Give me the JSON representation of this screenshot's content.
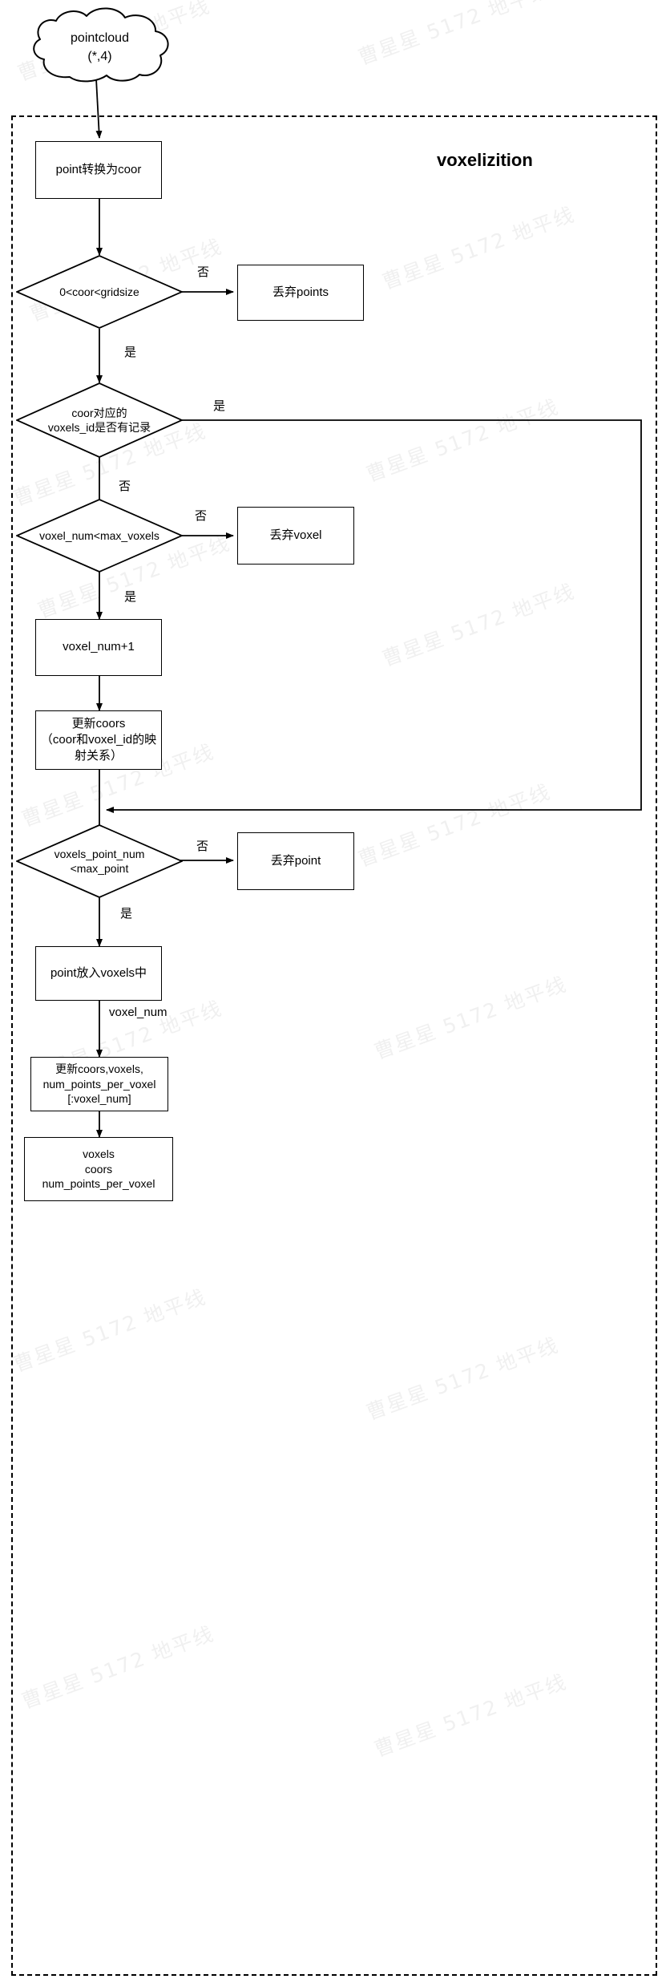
{
  "diagram": {
    "group": {
      "title": "voxelizition"
    },
    "start": {
      "shape": "cloud",
      "label": "pointcloud\n(*,4)"
    },
    "nodes": [
      {
        "id": "n1",
        "shape": "rect",
        "label": "point转换为coor"
      },
      {
        "id": "d1",
        "shape": "diamond",
        "label": "0<coor<gridsize"
      },
      {
        "id": "n2",
        "shape": "rect",
        "label": "丢弃points"
      },
      {
        "id": "d2",
        "shape": "diamond",
        "label": "coor对应的\nvoxels_id是否有记录"
      },
      {
        "id": "d3",
        "shape": "diamond",
        "label": "voxel_num<max_voxels"
      },
      {
        "id": "n3",
        "shape": "rect",
        "label": "丢弃voxel"
      },
      {
        "id": "n4",
        "shape": "rect",
        "label": "voxel_num+1"
      },
      {
        "id": "n5",
        "shape": "rect",
        "label": "更新coors\n（coor和voxel_id的映\n射关系）"
      },
      {
        "id": "d4",
        "shape": "diamond",
        "label": "voxels_point_num\n<max_point"
      },
      {
        "id": "n6",
        "shape": "rect",
        "label": "丢弃point"
      },
      {
        "id": "n7",
        "shape": "rect",
        "label": "point放入voxels中"
      },
      {
        "id": "n8",
        "shape": "rect",
        "label": "更新coors,voxels,\nnum_points_per_voxel\n[:voxel_num]"
      },
      {
        "id": "n9",
        "shape": "rect",
        "label": "voxels\ncoors\nnum_points_per_voxel"
      }
    ],
    "edge_labels": [
      {
        "id": "e1",
        "label": "否"
      },
      {
        "id": "e2",
        "label": "是"
      },
      {
        "id": "e3",
        "label": "是"
      },
      {
        "id": "e4",
        "label": "否"
      },
      {
        "id": "e5",
        "label": "否"
      },
      {
        "id": "e6",
        "label": "是"
      },
      {
        "id": "e7",
        "label": "否"
      },
      {
        "id": "e8",
        "label": "是"
      },
      {
        "id": "e9",
        "label": "voxel_num"
      }
    ],
    "watermarks": [
      "曹星星 5172 地平线",
      "曹星星 5172 地平线",
      "曹星星 5172 地平线",
      "曹星星 5172 地平线",
      "曹星星 5172 地平线",
      "曹星星 5172 地平线",
      "曹星星 5172 地平线",
      "曹星星 5172 地平线",
      "曹星星 5172 地平线",
      "曹星星 5172 地平线",
      "曹星星 5172 地平线",
      "曹星星 5172 地平线",
      "曹星星 5172 地平线",
      "曹星星 5172 地平线",
      "曹星星 5172 地平线",
      "曹星星 5172 地平线"
    ],
    "colors": {
      "stroke": "#000000",
      "background": "#ffffff",
      "watermark": "#f0f0f0"
    }
  }
}
